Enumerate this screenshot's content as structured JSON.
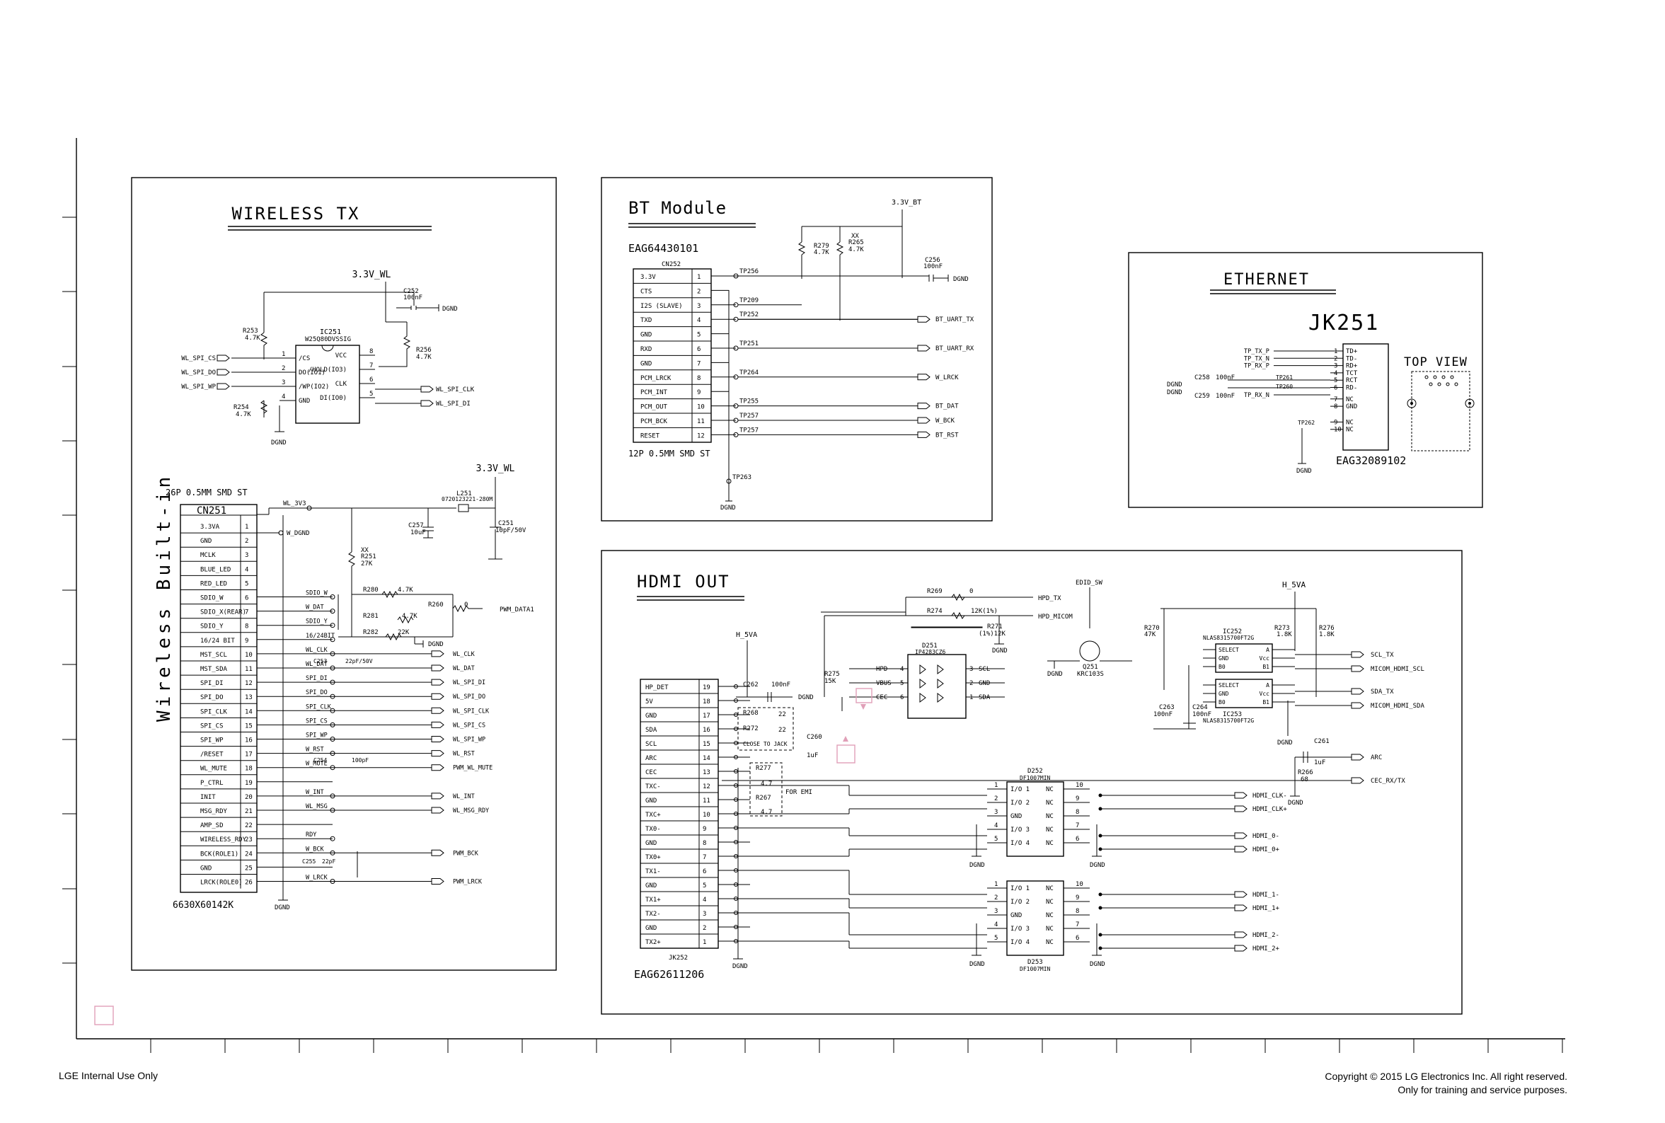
{
  "footer": {
    "left": "LGE Internal Use Only",
    "right_line1": "Copyright © 2015 LG Electronics Inc. All right reserved.",
    "right_line2": "Only for training and service purposes."
  },
  "wireless_tx": {
    "title": "WIRELESS TX",
    "power": "3.3V_WL",
    "ic_ref": "IC251",
    "ic_part": "W25Q80DVSSIG",
    "left_pins": [
      [
        "1",
        "/CS"
      ],
      [
        "2",
        "DO(IO1)"
      ],
      [
        "3",
        "/WP(IO2)"
      ],
      [
        "4",
        "GND"
      ]
    ],
    "right_pins": [
      [
        "8",
        "VCC"
      ],
      [
        "7",
        "/HOLD(IO3)"
      ],
      [
        "6",
        "CLK"
      ],
      [
        "5",
        "DI(IO0)"
      ]
    ],
    "left_signals": [
      "WL_SPI_CS",
      "WL_SPI_DO",
      "WL_SPI_WP"
    ],
    "right_signals": [
      "WL_SPI_CLK",
      "WL_SPI_DI"
    ],
    "r253": "R253",
    "r253v": "4.7K",
    "r254": "R254",
    "r254v": "4.7K",
    "r256": "R256",
    "r256v": "4.7K",
    "c252": "C252",
    "c252v": "100nF",
    "dgnd": "DGND"
  },
  "wireless_conn": {
    "header": "26P 0.5MM SMD ST",
    "ref": "CN251",
    "part": "6630X60142K",
    "side_label": "Wireless Built-in",
    "power": "3.3V_WL",
    "pins": [
      "3.3VA",
      "GND",
      "MCLK",
      "BLUE_LED",
      "RED_LED",
      "SDIO_W",
      "SDIO_X(REAR)",
      "SDIO_Y",
      "16/24 BIT",
      "MST_SCL",
      "MST_SDA",
      "SPI_DI",
      "SPI_DO",
      "SPI_CLK",
      "SPI_CS",
      "SPI_WP",
      "/RESET",
      "WL_MUTE",
      "P_CTRL",
      "INIT",
      "MSG_RDY",
      "AMP_SD",
      "WIRELESS_RDY",
      "BCK(ROLE1)",
      "GND",
      "LRCK(ROLE0)"
    ],
    "nets": [
      "WL_3V3",
      "W_DGND",
      "",
      "",
      "",
      "SDIO_W",
      "W_DAT",
      "SDIO_Y",
      "16/24BIT",
      "WL_CLK",
      "WL_DAT",
      "SPI_DI",
      "SPI_DO",
      "SPI_CLK",
      "SPI_CS",
      "SPI_WP",
      "W_RST",
      "W_MUTE",
      "",
      "W_INT",
      "WL_MSG",
      "",
      "RDY",
      "W_BCK",
      "",
      "W_LRCK"
    ],
    "outs": [
      [
        "10",
        "WL_CLK"
      ],
      [
        "11",
        "WL_DAT"
      ],
      [
        "12",
        "WL_SPI_DI"
      ],
      [
        "13",
        "WL_SPI_DO"
      ],
      [
        "14",
        "WL_SPI_CLK"
      ],
      [
        "15",
        "WL_SPI_CS"
      ],
      [
        "16",
        "WL_SPI_WP"
      ],
      [
        "17",
        "WL_RST"
      ],
      [
        "18",
        "PWM_WL_MUTE"
      ],
      [
        "20",
        "WL_INT"
      ],
      [
        "21",
        "WL_MSG_RDY"
      ],
      [
        "24",
        "PWM_BCK"
      ],
      [
        "26",
        "PWM_LRCK"
      ]
    ],
    "l251": "L251",
    "l251v": "0720123221-280M",
    "c257": "C257",
    "c257v": "10uF",
    "c251": "C251",
    "c251v": "10pF/50V",
    "r251": "R251",
    "r251v": "27K",
    "r251x": "XX",
    "r280": "R280",
    "r280v": "4.7K",
    "r281": "R281",
    "r281v": "4.7K",
    "r282": "R282",
    "r282v": "22K",
    "r260": "R260",
    "r260v": "0",
    "pwm_data": "PWM_DATA1",
    "c253": "C253",
    "c253v": "22pF/50V",
    "c254": "C254",
    "c254v": "100pF",
    "c255": "C255",
    "c255v": "22pF",
    "dgnd": "DGND"
  },
  "bt": {
    "title": "BT Module",
    "part": "EAG64430101",
    "ref": "CN252",
    "footer": "12P 0.5MM SMD ST",
    "power": "3.3V_BT",
    "pins": [
      "3.3V",
      "CTS",
      "I2S (SLAVE)",
      "TXD",
      "GND",
      "RXD",
      "PCM_LRCK",
      "PCM_INT",
      "PCM_OUT",
      "PCM_BCK",
      "RESET"
    ],
    "pin_nums": [
      "1",
      "2",
      "3",
      "4",
      "5",
      "6",
      "7",
      "8",
      "9",
      "10",
      "11",
      "12"
    ],
    "pins_full": [
      "3.3V",
      "CTS",
      "I2S (SLAVE)",
      "TXD",
      "GND",
      "RXD",
      "PCM_LRCK",
      "PCM_INT",
      "PCM_OUT",
      "PCM_BCK",
      "RESET"
    ],
    "tps": [
      "TP256",
      "TP209",
      "TP252",
      "TP251",
      "TP264",
      "TP255",
      "TP257",
      "TP257",
      "TP263"
    ],
    "r279": "R279",
    "r279v": "4.7K",
    "r265": "R265",
    "r265v": "4.7K",
    "r265x": "XX",
    "c256": "C256",
    "c256v": "100nF",
    "outs": [
      "BT_UART_TX",
      "BT_UART_RX",
      "W_LRCK",
      "BT_DAT",
      "W_BCK",
      "BT_RST"
    ],
    "dgnd": "DGND"
  },
  "ethernet": {
    "title": "ETHERNET",
    "ref": "JK251",
    "part": "EAG32089102",
    "top_view": "TOP VIEW",
    "left_nets": [
      "TP_TX_P",
      "TP_TX_N",
      "TP_RX_P",
      "TP_RX_N"
    ],
    "pins": [
      [
        "1",
        "TD+"
      ],
      [
        "2",
        "TD-"
      ],
      [
        "3",
        "RD+"
      ],
      [
        "4",
        "TCT"
      ],
      [
        "5",
        "RCT"
      ],
      [
        "6",
        "RD-"
      ],
      [
        "7",
        "NC"
      ],
      [
        "8",
        "GND"
      ],
      [
        "9",
        "NC"
      ],
      [
        "10",
        "NC"
      ]
    ],
    "c258": "C258",
    "c258v": "100nF",
    "c259": "C259",
    "c259v": "100nF",
    "tp261": "TP261",
    "tp260": "TP260",
    "tp262": "TP262",
    "dgnd": "DGND"
  },
  "hdmi": {
    "title": "HDMI OUT",
    "ref": "JK252",
    "part": "EAG62611206",
    "power": "H_5VA",
    "pins": [
      [
        "HP_DET",
        "19"
      ],
      [
        "5V",
        "18"
      ],
      [
        "GND",
        "17"
      ],
      [
        "SDA",
        "16"
      ],
      [
        "SCL",
        "15"
      ],
      [
        "ARC",
        "14"
      ],
      [
        "CEC",
        "13"
      ],
      [
        "TXC-",
        "12"
      ],
      [
        "GND",
        "11"
      ],
      [
        "TXC+",
        "10"
      ],
      [
        "TX0-",
        "9"
      ],
      [
        "GND",
        "8"
      ],
      [
        "TX0+",
        "7"
      ],
      [
        "TX1-",
        "6"
      ],
      [
        "GND",
        "5"
      ],
      [
        "TX1+",
        "4"
      ],
      [
        "TX2-",
        "3"
      ],
      [
        "GND",
        "2"
      ],
      [
        "TX2+",
        "1"
      ]
    ],
    "r269": "R269",
    "r269v": "0",
    "r274": "R274",
    "r274v": "12K(1%)",
    "r271": "R271",
    "r271v": "(1%)12K",
    "hpd_tx": "HPD_TX",
    "hpd_micom": "HPD_MICOM",
    "edid": "EDID_SW",
    "q251": "Q251",
    "q251v": "KRC103S",
    "d251": "D251",
    "d251v": "IP4283CZ6",
    "d251_pins": [
      [
        "HPD",
        "4"
      ],
      [
        "VBUS",
        "5"
      ],
      [
        "CEC",
        "6"
      ],
      [
        "3",
        "SCL"
      ],
      [
        "2",
        "GND"
      ],
      [
        "1",
        "SDA"
      ]
    ],
    "r275": "R275",
    "r275v": "15K",
    "c262": "C262",
    "c262v": "100nF",
    "r268": "R268",
    "r268v": "22",
    "r272": "R272",
    "r272v": "22",
    "close": "CLOSE TO JACK",
    "c260": "C260",
    "c260v": "1uF",
    "r277": "R277",
    "r277v": "4.7",
    "r267": "R267",
    "r267v": "4.7",
    "for_emi": "FOR EMI",
    "h5va2": "H_5VA",
    "r270": "R270",
    "r270v": "47K",
    "r273": "R273",
    "r273v": "1.8K",
    "r276": "R276",
    "r276v": "1.8K",
    "ic252": "IC252",
    "ic252v": "NLAS8315700FT2G",
    "ic253": "IC253",
    "ic253v": "NLAS8315700FT2G",
    "ic_pins": [
      "SELECT",
      "GND",
      "B0",
      "A",
      "Vcc",
      "B1"
    ],
    "c263": "C263",
    "c263v": "100nF",
    "c264": "C264",
    "c264v": "100nF",
    "c261": "C261",
    "c261v": "1uF",
    "r266": "R266",
    "r266v": "68",
    "outs": [
      "SCL_TX",
      "MICOM_HDMI_SCL",
      "SDA_TX",
      "MICOM_HDMI_SDA",
      "ARC",
      "CEC_RX/TX"
    ],
    "d252": "D252",
    "d252v": "DF1007MIN",
    "d253": "D253",
    "d253v": "DF1007MIN",
    "esd_pins": [
      [
        "1",
        "I/O 1"
      ],
      [
        "2",
        "I/O 2"
      ],
      [
        "3",
        "GND"
      ],
      [
        "4",
        "I/O 3"
      ],
      [
        "5",
        "I/O 4"
      ]
    ],
    "esd_nc": [
      "10",
      "NC",
      "9",
      "NC",
      "8",
      "NC",
      "7",
      "NC",
      "6",
      "NC"
    ],
    "hdmi_outs": [
      "HDMI_CLK-",
      "HDMI_CLK+",
      "HDMI_0-",
      "HDMI_0+",
      "HDMI_1-",
      "HDMI_1+",
      "HDMI_2-",
      "HDMI_2+"
    ],
    "dgnd": "DGND"
  },
  "colors": {
    "ink": "#000000",
    "paper": "#ffffff",
    "marker": "#e0a0b8"
  }
}
